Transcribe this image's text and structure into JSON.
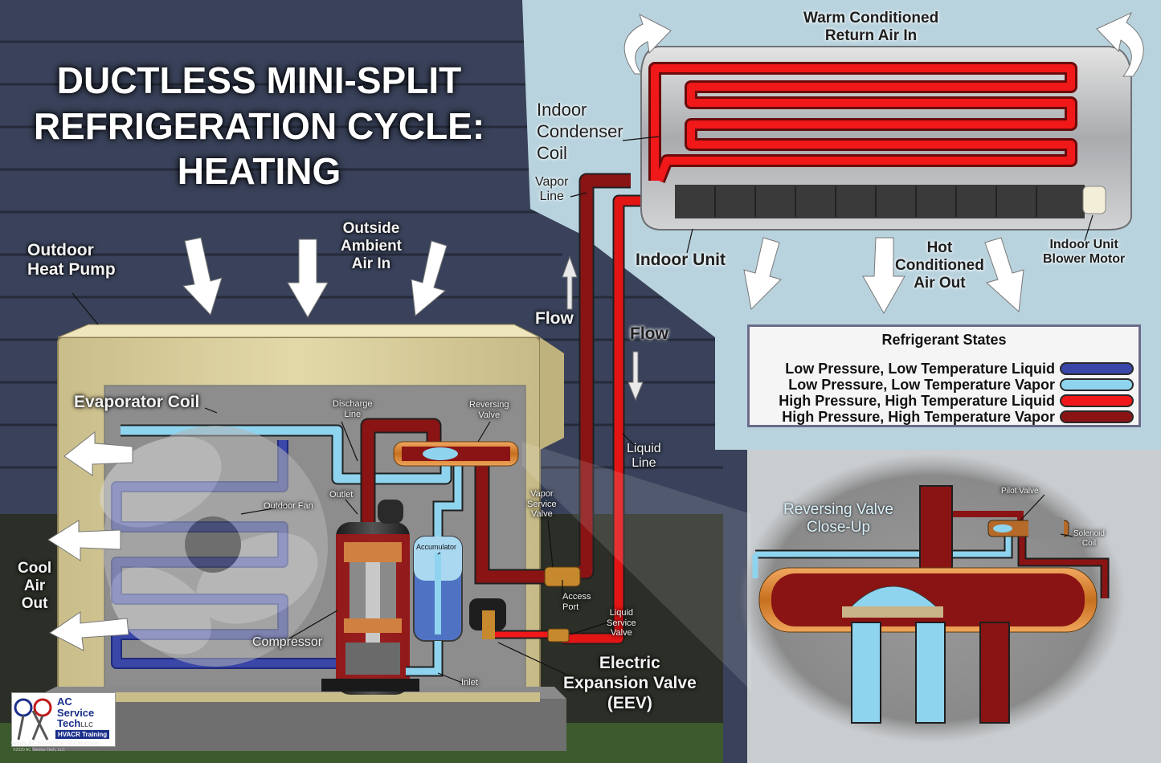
{
  "title": {
    "line1": "DUCTLESS MINI-SPLIT",
    "line2": "REFRIGERATION CYCLE:",
    "line3": "HEATING"
  },
  "labels": {
    "warm_return_air": [
      "Warm Conditioned",
      "Return Air In"
    ],
    "indoor_condenser_coil": [
      "Indoor",
      "Condenser",
      "Coil"
    ],
    "vapor_line": [
      "Vapor",
      "Line"
    ],
    "indoor_unit": "Indoor Unit",
    "hot_air_out": [
      "Hot",
      "Conditioned",
      "Air Out"
    ],
    "indoor_blower_motor": [
      "Indoor Unit",
      "Blower Motor"
    ],
    "outdoor_heat_pump": [
      "Outdoor",
      "Heat Pump"
    ],
    "outside_air_in": [
      "Outside",
      "Ambient",
      "Air In"
    ],
    "flow_up": "Flow",
    "flow_down": "Flow",
    "evaporator_coil": "Evaporator Coil",
    "discharge_line": [
      "Discharge",
      "Line"
    ],
    "reversing_valve": [
      "Reversing",
      "Valve"
    ],
    "outdoor_fan": "Outdoor Fan",
    "outlet": "Outlet",
    "accumulator": "Accumulator",
    "vapor_service_valve": [
      "Vapor",
      "Service",
      "Valve"
    ],
    "access_port": [
      "Access",
      "Port"
    ],
    "liquid_line": [
      "Liquid",
      "Line"
    ],
    "liquid_service_valve": [
      "Liquid",
      "Service",
      "Valve"
    ],
    "cool_air_out": [
      "Cool",
      "Air",
      "Out"
    ],
    "compressor": "Compressor",
    "inlet": "Inlet",
    "eev": [
      "Electric",
      "Expansion Valve",
      "(EEV)"
    ],
    "reversing_closeup": [
      "Reversing Valve",
      "Close-Up"
    ],
    "pilot_valve": "Pilot Valve",
    "solenoid_coil": [
      "Solenoid",
      "Coil"
    ]
  },
  "legend": {
    "title": "Refrigerant States",
    "items": [
      {
        "label": "Low Pressure, Low Temperature Liquid",
        "color": "#3a46a8"
      },
      {
        "label": "Low Pressure, Low Temperature Vapor",
        "color": "#8fd4ef"
      },
      {
        "label": "High Pressure, High Temperature Liquid",
        "color": "#f01818"
      },
      {
        "label": "High Pressure, High Temperature Vapor",
        "color": "#8a1414"
      }
    ]
  },
  "logo": {
    "name": [
      "AC",
      "Service",
      "Tech"
    ],
    "llc": "LLC",
    "tagline": "HVACR Training",
    "url": "www.ACSERVICETECH.com",
    "copyright": "©2020 AC Service Tech, LLC"
  },
  "colors": {
    "lp_liquid": "#3a46a8",
    "lp_vapor": "#8fd4ef",
    "hp_liquid": "#f01818",
    "hp_vapor": "#8a1414",
    "sky": "#b9d3de",
    "siding": "#3a4458",
    "cabinet": "#d8cc9a"
  }
}
